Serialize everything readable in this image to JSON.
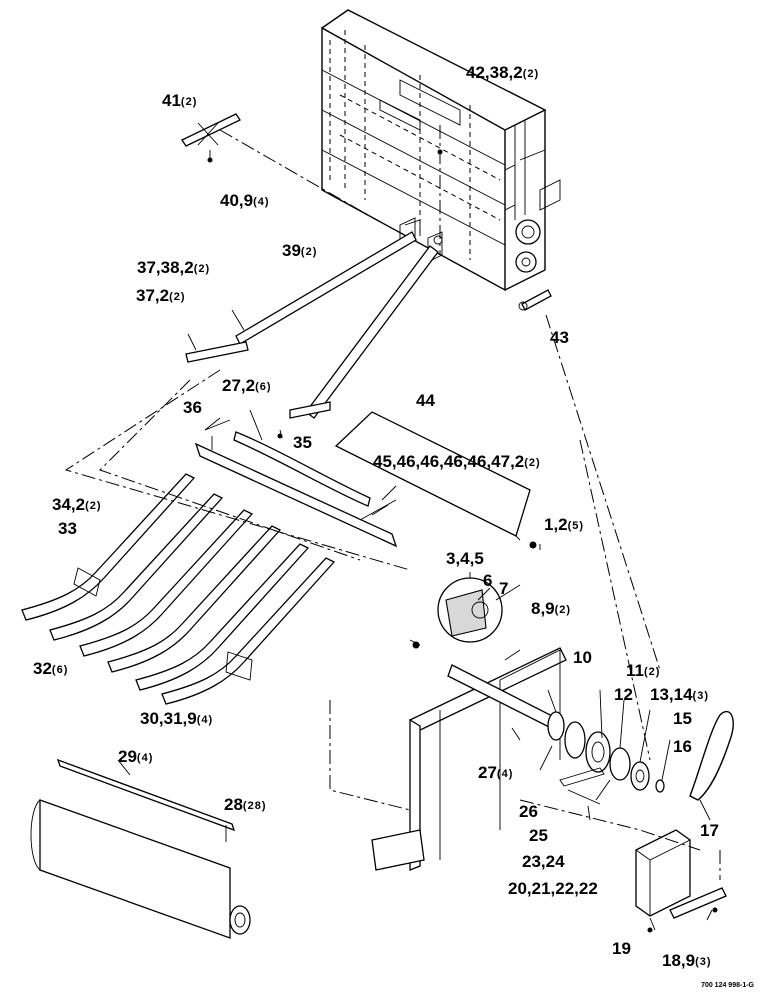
{
  "callouts": [
    {
      "id": "c41",
      "text": "41",
      "qty": "(2)"
    },
    {
      "id": "c40",
      "text": "40,9",
      "qty": "(4)"
    },
    {
      "id": "c42",
      "text": "42,38,2",
      "qty": "(2)"
    },
    {
      "id": "c39",
      "text": "39",
      "qty": "(2)"
    },
    {
      "id": "c37a",
      "text": "37,38,2",
      "qty": "(2)"
    },
    {
      "id": "c37b",
      "text": "37,2",
      "qty": "(2)"
    },
    {
      "id": "c43",
      "text": "43",
      "qty": ""
    },
    {
      "id": "c27a",
      "text": "27,2",
      "qty": "(6)"
    },
    {
      "id": "c44",
      "text": "44",
      "qty": ""
    },
    {
      "id": "c36",
      "text": "36",
      "qty": ""
    },
    {
      "id": "c35",
      "text": "35",
      "qty": ""
    },
    {
      "id": "c45",
      "text": "45,46,46,46,46,47,2",
      "qty": "(2)"
    },
    {
      "id": "c34",
      "text": "34,2",
      "qty": "(2)"
    },
    {
      "id": "c33",
      "text": "33",
      "qty": ""
    },
    {
      "id": "c1",
      "text": "1,2",
      "qty": "(5)"
    },
    {
      "id": "c345",
      "text": "3,4,5",
      "qty": ""
    },
    {
      "id": "c6",
      "text": "6",
      "qty": ""
    },
    {
      "id": "c7",
      "text": "7",
      "qty": ""
    },
    {
      "id": "c8",
      "text": "8,9",
      "qty": "(2)"
    },
    {
      "id": "c32",
      "text": "32",
      "qty": "(6)"
    },
    {
      "id": "c10",
      "text": "10",
      "qty": ""
    },
    {
      "id": "c11",
      "text": "11",
      "qty": "(2)"
    },
    {
      "id": "c12",
      "text": "12",
      "qty": ""
    },
    {
      "id": "c13",
      "text": "13,14",
      "qty": "(3)"
    },
    {
      "id": "c15",
      "text": "15",
      "qty": ""
    },
    {
      "id": "c16",
      "text": "16",
      "qty": ""
    },
    {
      "id": "c30",
      "text": "30,31,9",
      "qty": "(4)"
    },
    {
      "id": "c29",
      "text": "29",
      "qty": "(4)"
    },
    {
      "id": "c27b",
      "text": "27",
      "qty": "(4)"
    },
    {
      "id": "c28",
      "text": "28",
      "qty": "(28)"
    },
    {
      "id": "c26",
      "text": "26",
      "qty": ""
    },
    {
      "id": "c17",
      "text": "17",
      "qty": ""
    },
    {
      "id": "c25",
      "text": "25",
      "qty": ""
    },
    {
      "id": "c2324",
      "text": "23,24",
      "qty": ""
    },
    {
      "id": "c20",
      "text": "20,21,22,22",
      "qty": ""
    },
    {
      "id": "c19",
      "text": "19",
      "qty": ""
    },
    {
      "id": "c18",
      "text": "18,9",
      "qty": "(3)"
    }
  ],
  "figure_id": "700 124 998-1-G"
}
